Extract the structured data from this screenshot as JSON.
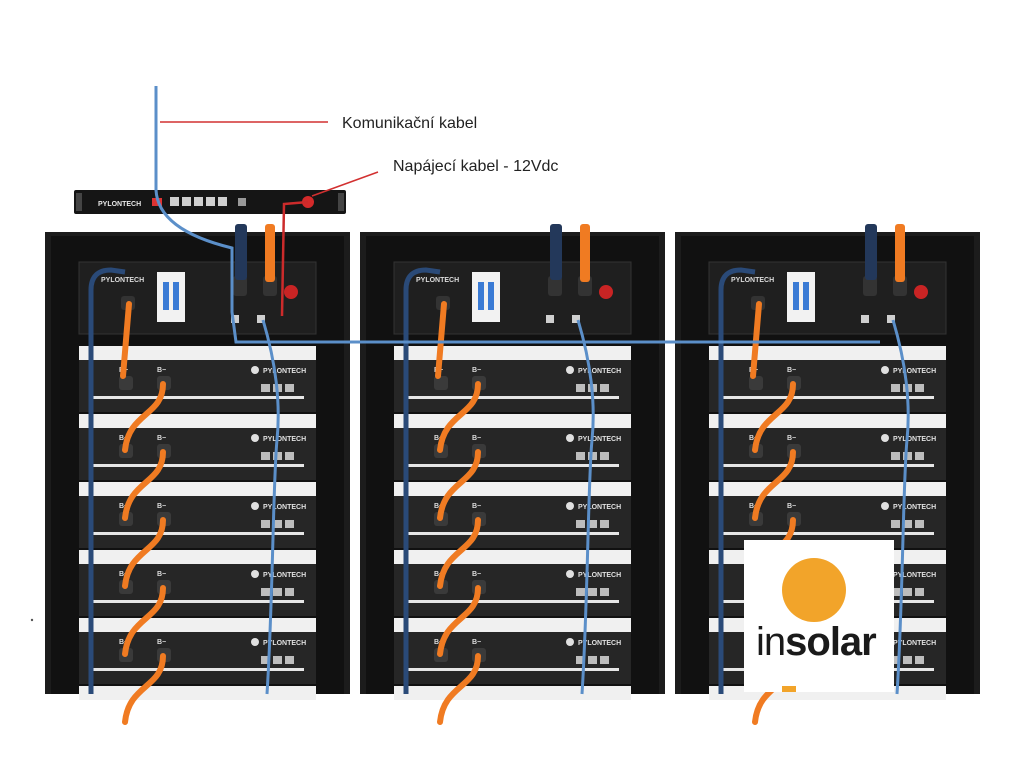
{
  "callouts": {
    "communication_cable": "Komunikační kabel",
    "power_cable": "Napájecí kabel - 12Vdc"
  },
  "brand": {
    "rack_brand": "PYLONTECH",
    "terminal_positive": "B+",
    "terminal_negative": "B−"
  },
  "logo": {
    "text_light": "in",
    "text_bold": "solar"
  },
  "colors": {
    "rack_frame": "#1c1c1c",
    "module_body": "#262626",
    "module_face": "#f0f0f0",
    "power_cable": "#f07b22",
    "comm_cable": "#5b8fc9",
    "callout_line": "#d23030",
    "logo_sun": "#f2a42a"
  },
  "icons": [
    "rack-icon",
    "battery-module-icon",
    "bms-controller-icon",
    "breaker-icon",
    "hub-icon",
    "sun-logo-icon"
  ]
}
